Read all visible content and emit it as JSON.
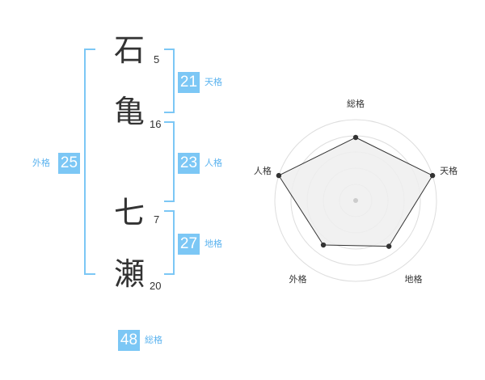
{
  "name": {
    "chars": [
      {
        "char": "石",
        "strokes": "5"
      },
      {
        "char": "亀",
        "strokes": "16"
      },
      {
        "char": "七",
        "strokes": "7"
      },
      {
        "char": "瀬",
        "strokes": "20"
      }
    ]
  },
  "kaku": {
    "tenkaku": {
      "value": "21",
      "label": "天格"
    },
    "jinkaku": {
      "value": "23",
      "label": "人格"
    },
    "chikaku": {
      "value": "27",
      "label": "地格"
    },
    "gaikaku": {
      "value": "25",
      "label": "外格"
    },
    "soukaku": {
      "value": "48",
      "label": "総格"
    }
  },
  "chart_data": {
    "type": "radar",
    "axes": [
      "総格",
      "天格",
      "地格",
      "外格",
      "人格"
    ],
    "scale": [
      0,
      5
    ],
    "rings": 5,
    "values": [
      3.9,
      5.0,
      3.5,
      3.4,
      5.0
    ],
    "colors": {
      "fill": "#efefef",
      "line": "#333333",
      "ring": "#dddddd",
      "point": "#333333"
    }
  },
  "colors": {
    "accent": "#7cc7f5",
    "label": "#5bb3ef",
    "text": "#333333"
  }
}
